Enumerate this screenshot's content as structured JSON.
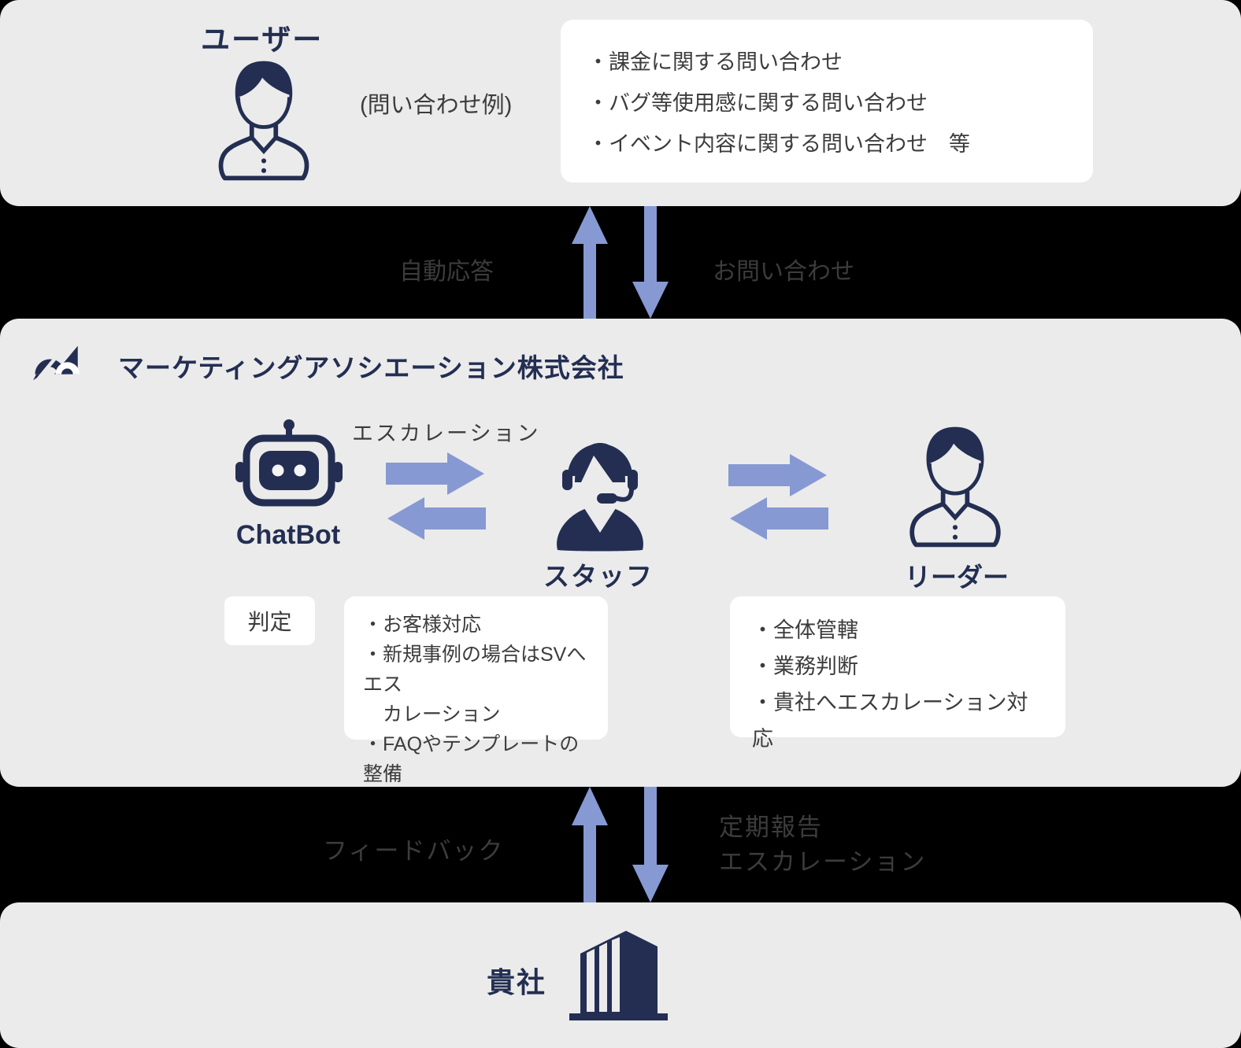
{
  "colors": {
    "navy": "#232E52",
    "arrow": "#8699D3",
    "section-bg": "#EBEBEB",
    "band-bg": "#000000",
    "card-bg": "#FFFFFF",
    "text-dark": "#3C3C3C"
  },
  "top_section": {
    "title": "ユーザー",
    "inquiry_label": "(問い合わせ例)",
    "examples": [
      "・課金に関する問い合わせ",
      "・バグ等使用感に関する問い合わせ",
      "・イベント内容に関する問い合わせ　等"
    ]
  },
  "band_top": {
    "up_label": "自動応答",
    "down_label": "お問い合わせ"
  },
  "middle_section": {
    "company_name": "マーケティングアソシエーション株式会社",
    "escalation_label": "エスカレーション",
    "chatbot_label": "ChatBot",
    "staff_label": "スタッフ",
    "leader_label": "リーダー",
    "judgement_label": "判定",
    "staff_duties": [
      "・お客様対応",
      "・新規事例の場合はSVへエス",
      "　カレーション",
      "・FAQやテンプレートの整備"
    ],
    "leader_duties": [
      "・全体管轄",
      "・業務判断",
      "・貴社へエスカレーション対応"
    ]
  },
  "band_bottom": {
    "up_label": "フィードバック",
    "down_label_lines": [
      "定期報告",
      "エスカレーション"
    ]
  },
  "bottom_section": {
    "client_label": "貴社"
  }
}
